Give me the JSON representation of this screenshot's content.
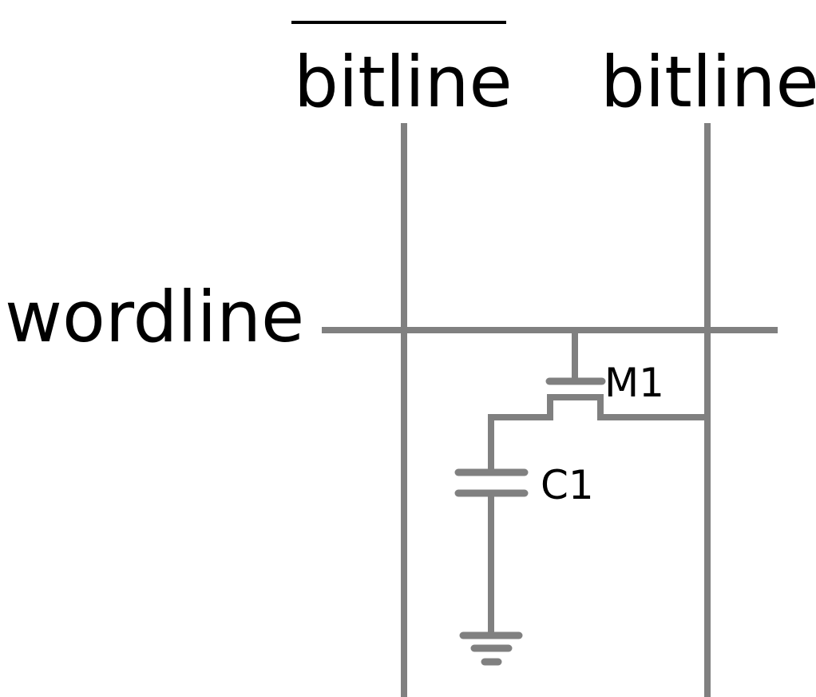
{
  "diagram": {
    "title": "DRAM cell (1T1C)",
    "labels": {
      "bitline_bar": "bitline",
      "bitline": "bitline",
      "wordline": "wordline",
      "transistor": "M1",
      "capacitor": "C1"
    },
    "colors": {
      "wire": "#808080",
      "text": "#000000"
    }
  }
}
